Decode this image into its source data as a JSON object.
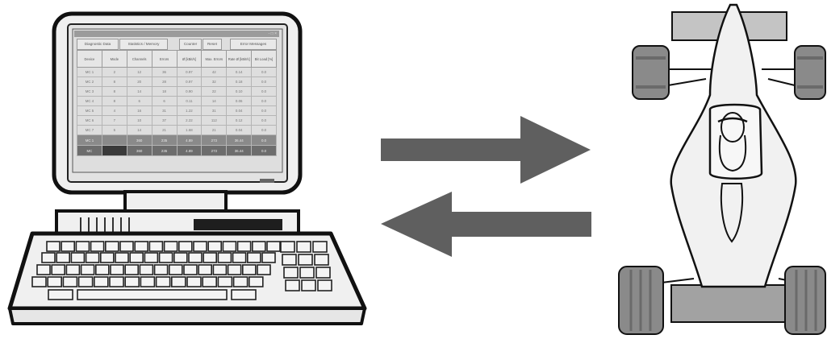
{
  "diagram": {
    "screen": {
      "title": "",
      "tabs": [
        "Diagnostic Data",
        "Statistics / Memory",
        "Counter",
        "Reset",
        "Error Messages"
      ],
      "columns": [
        "Device",
        "Mode",
        "Channels",
        "Errors",
        "Ø [kBit/s]",
        "Max. Errors",
        "Rate Ø [kBit/s]",
        "Bit Load [%]"
      ],
      "rows": [
        [
          "MC 1",
          "2",
          "12",
          "36",
          "0.97",
          "42",
          "0.14",
          "0.0"
        ],
        [
          "MC 2",
          "8",
          "20",
          "28",
          "0.97",
          "32",
          "0.18",
          "0.0"
        ],
        [
          "MC 3",
          "8",
          "14",
          "18",
          "0.90",
          "22",
          "0.10",
          "0.0"
        ],
        [
          "MC 4",
          "8",
          "6",
          "6",
          "0.11",
          "14",
          "0.06",
          "0.0"
        ],
        [
          "MC 5",
          "4",
          "16",
          "31",
          "1.22",
          "31",
          "0.04",
          "0.0"
        ],
        [
          "MC 6",
          "7",
          "10",
          "37",
          "2.22",
          "112",
          "0.12",
          "0.0"
        ],
        [
          "MC 7",
          "5",
          "14",
          "21",
          "1.68",
          "21",
          "0.04",
          "0.0"
        ]
      ],
      "totals": [
        [
          "MC 1",
          "",
          "360",
          "235",
          "4.89",
          "273",
          "36.44",
          "0.0"
        ],
        [
          "MC",
          "",
          "360",
          "235",
          "4.89",
          "273",
          "36.44",
          "0.0"
        ]
      ]
    },
    "arrows": [
      {
        "direction": "right",
        "from": "computer",
        "to": "race-car"
      },
      {
        "direction": "left",
        "from": "race-car",
        "to": "computer"
      }
    ],
    "colors": {
      "outline": "#111111",
      "screen_frame": "#e4e4e4",
      "screen": "#dcdcdc",
      "arrow": "#5f5f5f",
      "tire": "#8a8a8a",
      "wing": "#c4c4c4",
      "car_body": "#f1f1f1"
    },
    "icons": [
      "computer-monitor-icon",
      "keyboard-icon",
      "race-car-icon"
    ]
  }
}
